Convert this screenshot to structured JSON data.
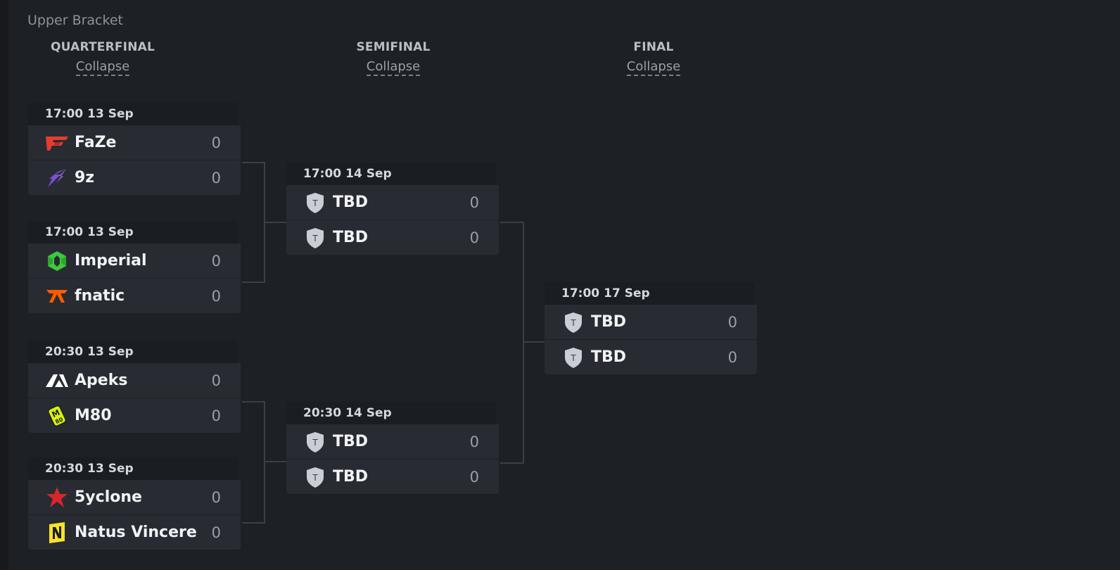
{
  "bracket": {
    "title": "Upper Bracket",
    "rounds": [
      {
        "name": "QUARTERFINAL",
        "collapse": "Collapse"
      },
      {
        "name": "SEMIFINAL",
        "collapse": "Collapse"
      },
      {
        "name": "FINAL",
        "collapse": "Collapse"
      }
    ]
  },
  "matches": {
    "qf1": {
      "time": "17:00",
      "date": "13 Sep",
      "teams": [
        {
          "name": "FaZe",
          "score": "0",
          "icon": "faze-logo-icon"
        },
        {
          "name": "9z",
          "score": "0",
          "icon": "9z-logo-icon"
        }
      ]
    },
    "qf2": {
      "time": "17:00",
      "date": "13 Sep",
      "teams": [
        {
          "name": "Imperial",
          "score": "0",
          "icon": "imperial-logo-icon"
        },
        {
          "name": "fnatic",
          "score": "0",
          "icon": "fnatic-logo-icon"
        }
      ]
    },
    "qf3": {
      "time": "20:30",
      "date": "13 Sep",
      "teams": [
        {
          "name": "Apeks",
          "score": "0",
          "icon": "apeks-logo-icon"
        },
        {
          "name": "M80",
          "score": "0",
          "icon": "m80-logo-icon"
        }
      ]
    },
    "qf4": {
      "time": "20:30",
      "date": "13 Sep",
      "teams": [
        {
          "name": "5yclone",
          "score": "0",
          "icon": "5yclone-logo-icon"
        },
        {
          "name": "Natus Vincere",
          "score": "0",
          "icon": "natus-vincere-logo-icon"
        }
      ]
    },
    "sf1": {
      "time": "17:00",
      "date": "14 Sep",
      "teams": [
        {
          "name": "TBD",
          "score": "0",
          "icon": "tbd-shield-icon"
        },
        {
          "name": "TBD",
          "score": "0",
          "icon": "tbd-shield-icon"
        }
      ]
    },
    "sf2": {
      "time": "20:30",
      "date": "14 Sep",
      "teams": [
        {
          "name": "TBD",
          "score": "0",
          "icon": "tbd-shield-icon"
        },
        {
          "name": "TBD",
          "score": "0",
          "icon": "tbd-shield-icon"
        }
      ]
    },
    "final": {
      "time": "17:00",
      "date": "17 Sep",
      "teams": [
        {
          "name": "TBD",
          "score": "0",
          "icon": "tbd-shield-icon"
        },
        {
          "name": "TBD",
          "score": "0",
          "icon": "tbd-shield-icon"
        }
      ]
    }
  },
  "colors": {
    "background": "#1d2024",
    "row": "#282c32",
    "header": "#1a1d21",
    "connector": "#3b4047",
    "faze": "#e43d30",
    "ninez": "#7b4fd6",
    "imperial": "#3ec93e",
    "fnatic": "#ff5a00",
    "m80": "#d7f20b",
    "fiveyclone": "#d7262b",
    "navi": "#f7e22b",
    "tbd_shield": "#c9ced4"
  }
}
